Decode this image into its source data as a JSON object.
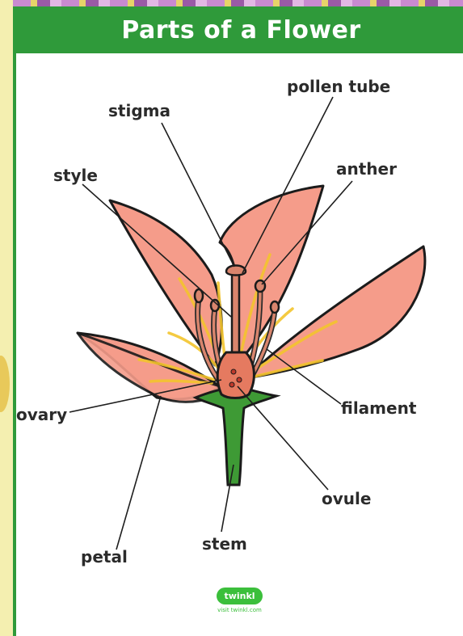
{
  "title": "Parts of a Flower",
  "labels": {
    "pollen_tube": "pollen tube",
    "stigma": "stigma",
    "anther": "anther",
    "style": "style",
    "filament": "filament",
    "ovary": "ovary",
    "ovule": "ovule",
    "stem": "stem",
    "petal": "petal"
  },
  "logo": {
    "brand": "twinkl",
    "url": "visit twinkl.com"
  },
  "colors": {
    "header_green": "#2f9a3a",
    "petal_pink": "#f59c8a",
    "stem_green": "#3e9a35",
    "vein_yellow": "#f3c42c",
    "logo_green": "#3bbf3b"
  },
  "icons": [
    "twinkl-logo-icon"
  ]
}
